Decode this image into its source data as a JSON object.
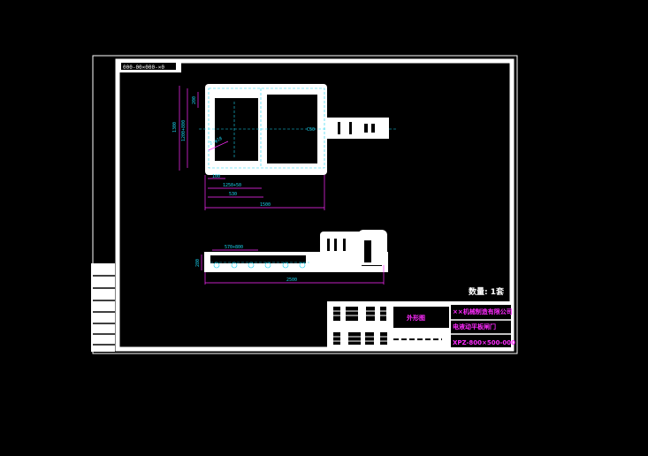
{
  "drawing": {
    "drawing_number_tag": "000-00×000-×0",
    "quantity_label": "数量: 1套",
    "view_name": "外形图",
    "company": "××机械制造有限公司",
    "product_name": "电液动平板闸门",
    "product_code": "XPZ-800×500-000"
  },
  "dimensions": {
    "top_view": [
      "1300",
      "1200+800",
      "200",
      "100",
      "1250+50",
      "530",
      "1500",
      "2-φ18",
      "C50"
    ],
    "side_view": [
      "570+800",
      "280",
      "2500"
    ]
  },
  "colors": {
    "background": "#000000",
    "lines": "#ffffff",
    "dimension": "#19d3f0",
    "dimension_lines": "#ff2bff"
  }
}
